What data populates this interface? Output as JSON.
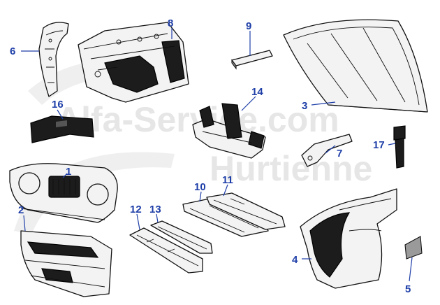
{
  "watermark": {
    "line1": "Alfa-Service.com",
    "line2": "Hurtienne"
  },
  "colors": {
    "callout": "#1f3fa8",
    "watermark": "#e6e6e6",
    "outline": "#111111"
  },
  "callouts": [
    {
      "id": "1",
      "label": "1"
    },
    {
      "id": "2",
      "label": "2"
    },
    {
      "id": "3",
      "label": "3"
    },
    {
      "id": "4",
      "label": "4"
    },
    {
      "id": "5",
      "label": "5"
    },
    {
      "id": "6",
      "label": "6"
    },
    {
      "id": "7",
      "label": "7"
    },
    {
      "id": "8",
      "label": "8"
    },
    {
      "id": "9",
      "label": "9"
    },
    {
      "id": "10",
      "label": "10"
    },
    {
      "id": "11",
      "label": "11"
    },
    {
      "id": "12",
      "label": "12"
    },
    {
      "id": "13",
      "label": "13"
    },
    {
      "id": "14",
      "label": "14"
    },
    {
      "id": "16",
      "label": "16"
    },
    {
      "id": "17",
      "label": "17"
    }
  ]
}
